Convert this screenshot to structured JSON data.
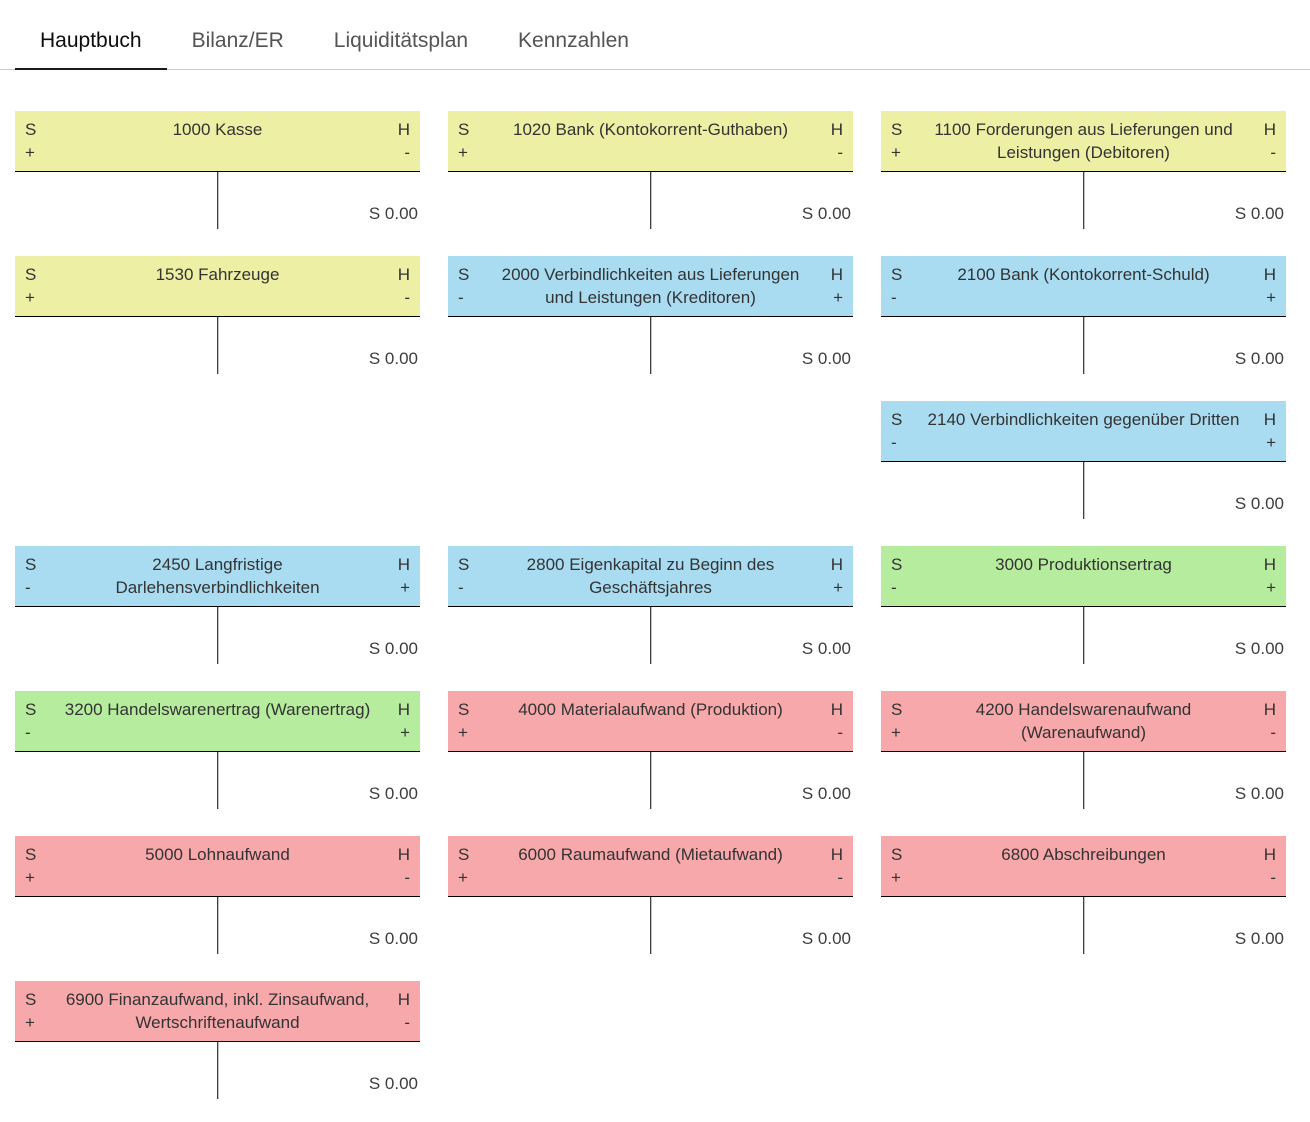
{
  "tabs": [
    {
      "label": "Hauptbuch",
      "active": true
    },
    {
      "label": "Bilanz/ER",
      "active": false
    },
    {
      "label": "Liquiditätsplan",
      "active": false
    },
    {
      "label": "Kennzahlen",
      "active": false
    }
  ],
  "ledger": {
    "debit_label": "S",
    "credit_label": "H",
    "palette": {
      "asset": "#edefa4",
      "liability": "#a9dcf1",
      "revenue": "#b6ec9e",
      "expense": "#f7a8ab"
    },
    "signs": {
      "asset": {
        "left": "+",
        "right": "-"
      },
      "liability": {
        "left": "-",
        "right": "+"
      },
      "revenue": {
        "left": "-",
        "right": "+"
      },
      "expense": {
        "left": "+",
        "right": "-"
      }
    },
    "accounts": [
      {
        "title": "1000 Kasse",
        "type": "asset",
        "balance": "S 0.00",
        "col": 1,
        "row": 1
      },
      {
        "title": "1020 Bank (Kontokorrent-Guthaben)",
        "type": "asset",
        "balance": "S 0.00",
        "col": 2,
        "row": 1
      },
      {
        "title": "1100 Forderungen aus Lieferungen und Leistungen (Debitoren)",
        "type": "asset",
        "balance": "S 0.00",
        "col": 3,
        "row": 1
      },
      {
        "title": "1530 Fahrzeuge",
        "type": "asset",
        "balance": "S 0.00",
        "col": 1,
        "row": 2
      },
      {
        "title": "2000 Verbindlichkeiten aus Lieferungen und Leistungen (Kreditoren)",
        "type": "liability",
        "balance": "S 0.00",
        "col": 2,
        "row": 2
      },
      {
        "title": "2100 Bank (Kontokorrent-Schuld)",
        "type": "liability",
        "balance": "S 0.00",
        "col": 3,
        "row": 2
      },
      {
        "title": "2140 Verbindlichkeiten gegenüber Dritten",
        "type": "liability",
        "balance": "S 0.00",
        "col": 3,
        "row": 3
      },
      {
        "title": "2450 Langfristige Darlehensverbindlichkeiten",
        "type": "liability",
        "balance": "S 0.00",
        "col": 1,
        "row": 4
      },
      {
        "title": "2800 Eigenkapital zu Beginn des Geschäftsjahres",
        "type": "liability",
        "balance": "S 0.00",
        "col": 2,
        "row": 4
      },
      {
        "title": "3000 Produktionsertrag",
        "type": "revenue",
        "balance": "S 0.00",
        "col": 3,
        "row": 4
      },
      {
        "title": "3200 Handelswarenertrag (Warenertrag)",
        "type": "revenue",
        "balance": "S 0.00",
        "col": 1,
        "row": 5
      },
      {
        "title": "4000 Materialaufwand (Produktion)",
        "type": "expense",
        "balance": "S 0.00",
        "col": 2,
        "row": 5
      },
      {
        "title": "4200 Handelswarenaufwand (Warenaufwand)",
        "type": "expense",
        "balance": "S 0.00",
        "col": 3,
        "row": 5
      },
      {
        "title": "5000 Lohnaufwand",
        "type": "expense",
        "balance": "S 0.00",
        "col": 1,
        "row": 6
      },
      {
        "title": "6000 Raumaufwand (Mietaufwand)",
        "type": "expense",
        "balance": "S 0.00",
        "col": 2,
        "row": 6
      },
      {
        "title": "6800 Abschreibungen",
        "type": "expense",
        "balance": "S 0.00",
        "col": 3,
        "row": 6
      },
      {
        "title": "6900 Finanzaufwand, inkl. Zinsaufwand, Wertschriftenaufwand",
        "type": "expense",
        "balance": "S 0.00",
        "col": 1,
        "row": 7
      }
    ]
  }
}
